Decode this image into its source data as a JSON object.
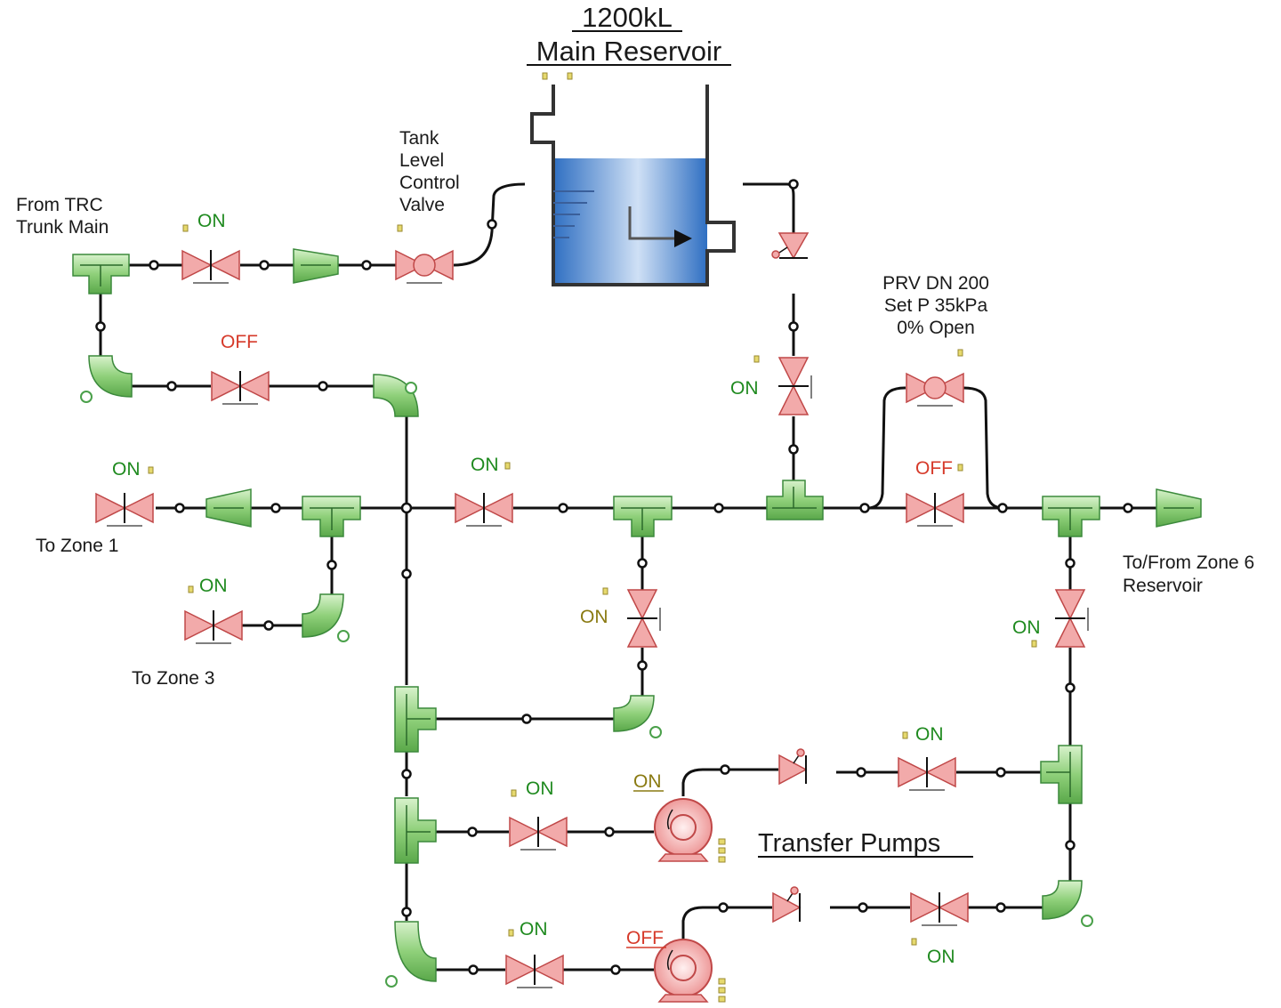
{
  "title": {
    "line1": "1200kL",
    "line2": "Main Reservoir"
  },
  "labels": {
    "from_trc": [
      "From TRC",
      "Trunk Main"
    ],
    "tank_valve": [
      "Tank",
      "Level",
      "Control",
      "Valve"
    ],
    "prv": [
      "PRV DN 200",
      "Set P 35kPa",
      "0% Open"
    ],
    "to_zone1": "To Zone 1",
    "to_zone3": "To Zone 3",
    "to_zone6": [
      "To/From Zone 6",
      "Reservoir"
    ],
    "transfer_pumps": "Transfer Pumps"
  },
  "valve_states": {
    "v_top_main": "ON",
    "v_bypass": "OFF",
    "v_zone1": "ON",
    "v_zone3": "ON",
    "v_main_mid": "ON",
    "v_res_outlet": "ON",
    "v_prv_line": "OFF",
    "v_mid_down": "ON",
    "v_right_down": "ON",
    "v_pump1_discharge": "ON",
    "v_pump1_suction": "ON",
    "v_pump2_suction": "ON",
    "v_pump2_discharge": "ON",
    "pump1": "ON",
    "pump2": "OFF"
  },
  "colors": {
    "on": "#1f8a1f",
    "off": "#d63a2a",
    "valve_body": "#f2aaaa",
    "fitting": "#a8dc98",
    "water": "#4a86cf",
    "pump": "#f2a8a8"
  }
}
